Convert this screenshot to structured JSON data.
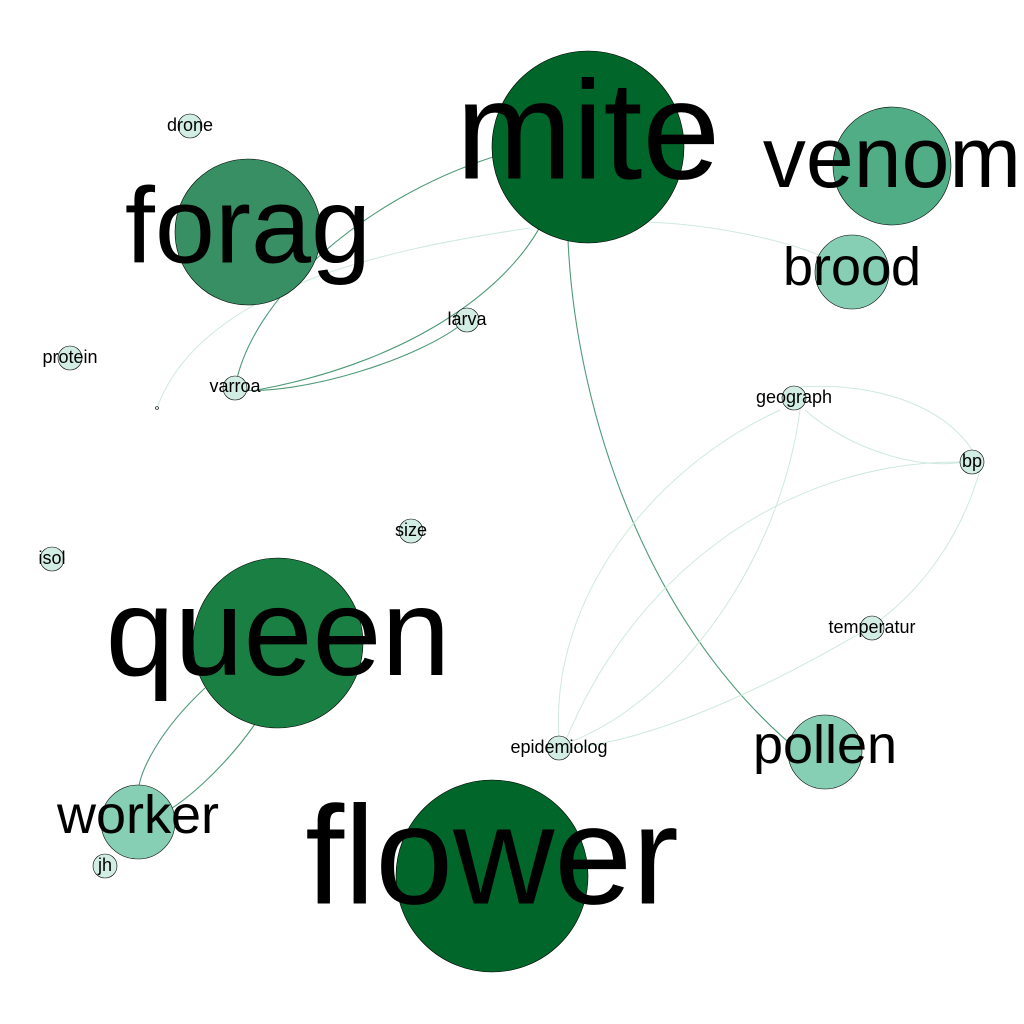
{
  "graph": {
    "type": "keyword co-occurrence network",
    "colors": {
      "dark": "#006629",
      "dark2": "#1a7f43",
      "mid": "#378f63",
      "mid2": "#50ad86",
      "light": "#86cfb4",
      "pale": "#d2ede4",
      "edge_strong": "#4f9a78",
      "edge_light": "#cfe9de"
    },
    "nodes": [
      {
        "id": "mite",
        "label": "mite",
        "color": "#006629"
      },
      {
        "id": "flower",
        "label": "flower",
        "color": "#006629"
      },
      {
        "id": "queen",
        "label": "queen",
        "color": "#1a7f43"
      },
      {
        "id": "forag",
        "label": "forag",
        "color": "#378f63"
      },
      {
        "id": "venom",
        "label": "venom",
        "color": "#50ad86"
      },
      {
        "id": "brood",
        "label": "brood",
        "color": "#86cfb4"
      },
      {
        "id": "pollen",
        "label": "pollen",
        "color": "#86cfb4"
      },
      {
        "id": "worker",
        "label": "worker",
        "color": "#86cfb4"
      },
      {
        "id": "drone",
        "label": "drone",
        "color": "#d2ede4"
      },
      {
        "id": "larva",
        "label": "larva",
        "color": "#d2ede4"
      },
      {
        "id": "protein",
        "label": "protein",
        "color": "#d2ede4"
      },
      {
        "id": "varroa",
        "label": "varroa",
        "color": "#d2ede4"
      },
      {
        "id": "geograph",
        "label": "geograph",
        "color": "#d2ede4"
      },
      {
        "id": "bp",
        "label": "bp",
        "color": "#d2ede4"
      },
      {
        "id": "size",
        "label": "size",
        "color": "#d2ede4"
      },
      {
        "id": "isol",
        "label": "isol",
        "color": "#d2ede4"
      },
      {
        "id": "temperatur",
        "label": "temperatur",
        "color": "#d2ede4"
      },
      {
        "id": "epidemiolog",
        "label": "epidemiolog",
        "color": "#d2ede4"
      },
      {
        "id": "jh",
        "label": "jh",
        "color": "#d2ede4"
      },
      {
        "id": "dot",
        "label": "",
        "color": "#d2ede4"
      }
    ],
    "edges": [
      {
        "from": "mite",
        "to": "varroa",
        "strength": "strong"
      },
      {
        "from": "mite",
        "to": "larva",
        "strength": "strong"
      },
      {
        "from": "larva",
        "to": "varroa",
        "strength": "strong"
      },
      {
        "from": "mite",
        "to": "dot",
        "strength": "light"
      },
      {
        "from": "mite",
        "to": "brood",
        "strength": "light"
      },
      {
        "from": "mite",
        "to": "pollen",
        "strength": "strong"
      },
      {
        "from": "queen",
        "to": "worker",
        "strength": "strong"
      },
      {
        "from": "queen",
        "to": "worker",
        "strength": "strong"
      },
      {
        "from": "geograph",
        "to": "bp",
        "strength": "light"
      },
      {
        "from": "geograph",
        "to": "bp",
        "strength": "light"
      },
      {
        "from": "geograph",
        "to": "epidemiolog",
        "strength": "light"
      },
      {
        "from": "geograph",
        "to": "epidemiolog",
        "strength": "light"
      },
      {
        "from": "bp",
        "to": "epidemiolog",
        "strength": "light"
      },
      {
        "from": "bp",
        "to": "temperatur",
        "strength": "light"
      },
      {
        "from": "temperatur",
        "to": "epidemiolog",
        "strength": "light"
      }
    ]
  }
}
